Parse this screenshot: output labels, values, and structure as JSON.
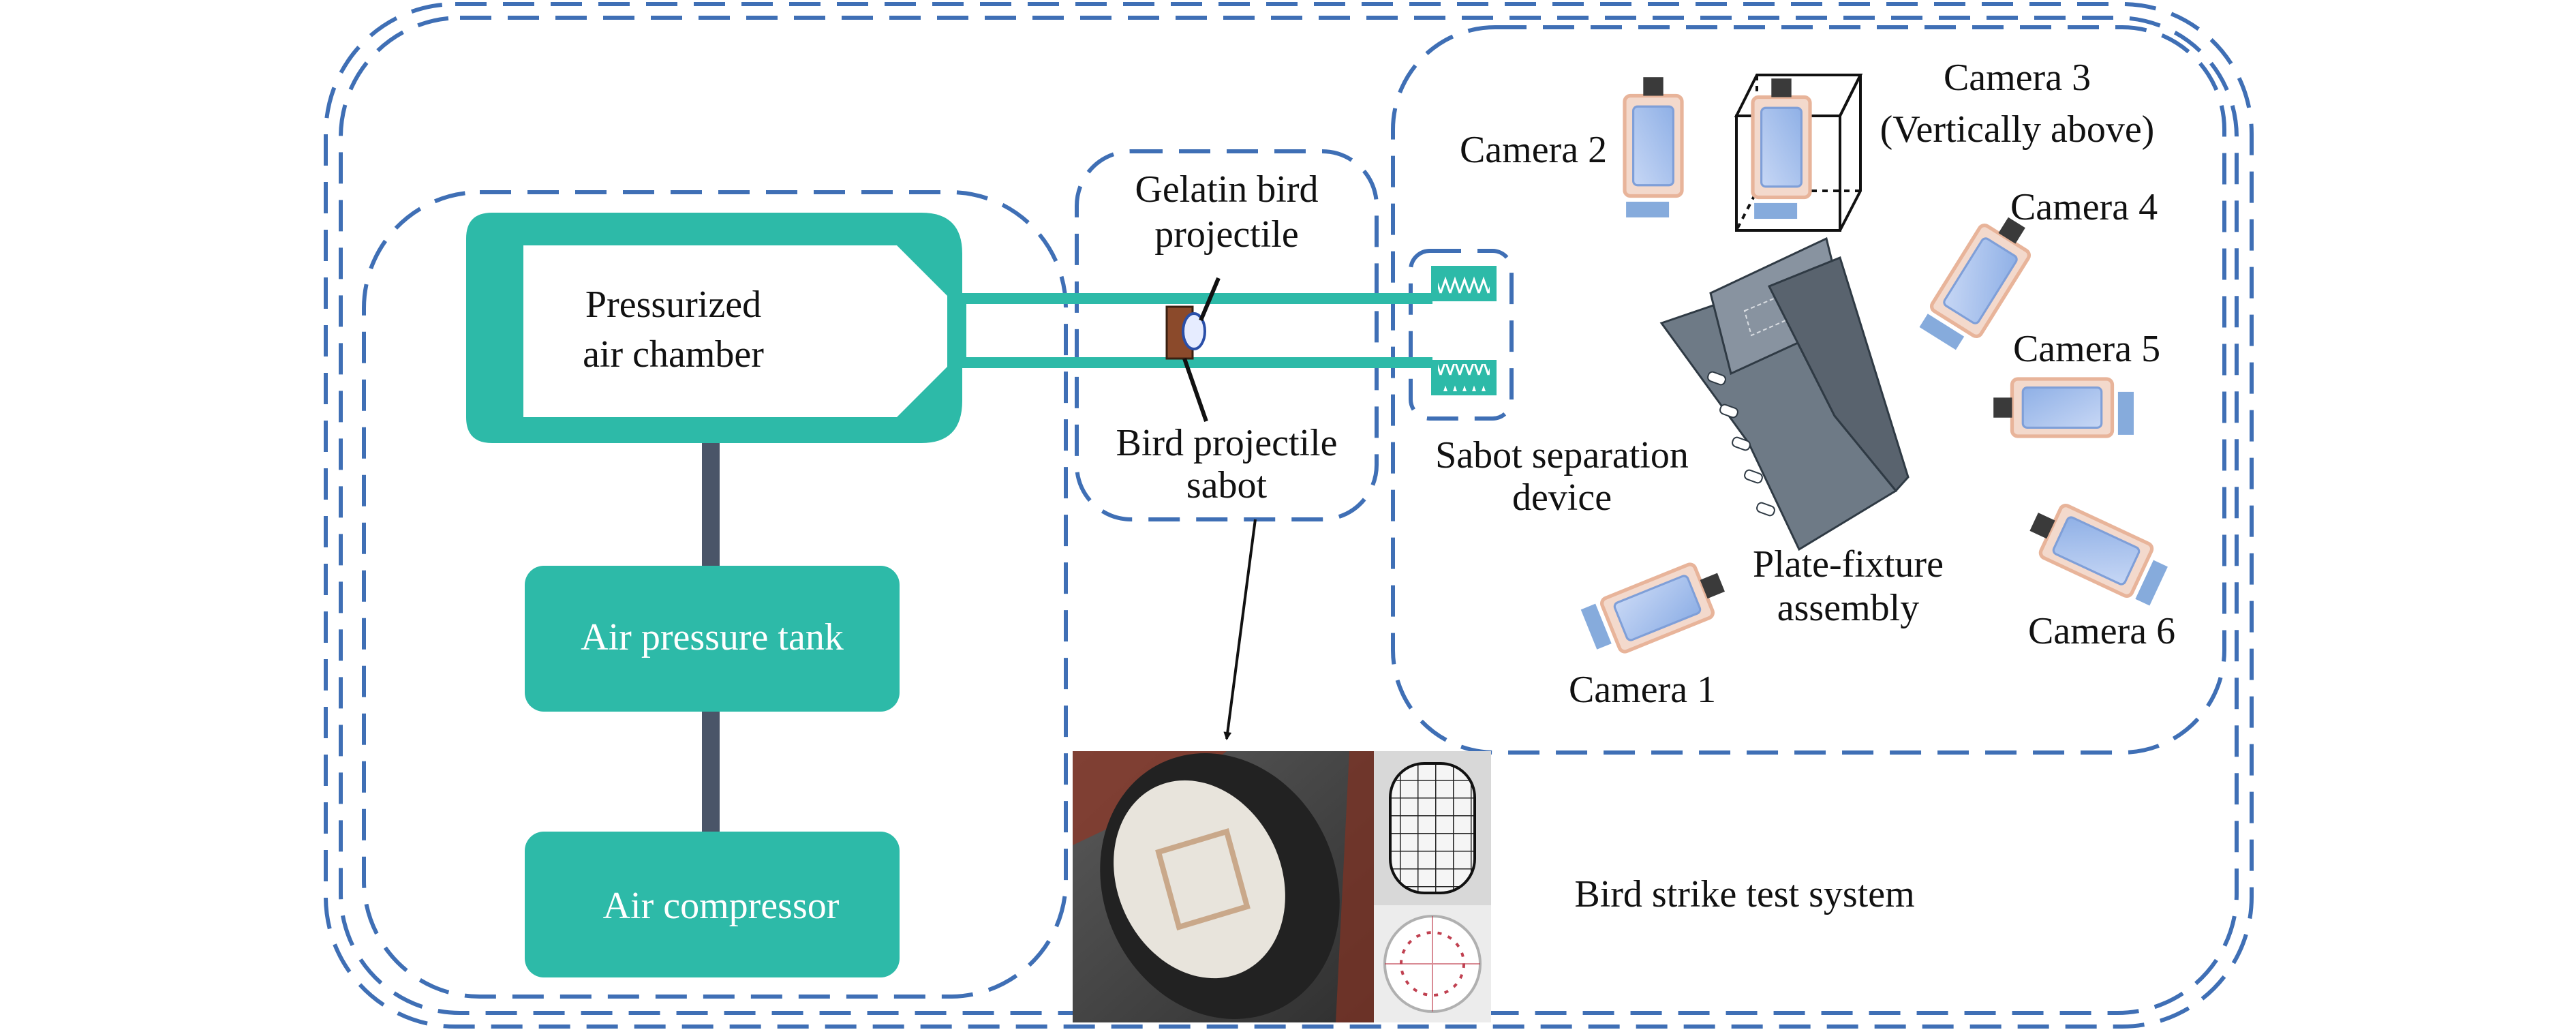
{
  "colors": {
    "dashed_border": "#3f6fb5",
    "teal": "#2dbaa8",
    "connector": "#4a5568",
    "sabot_brown": "#8b4a2b",
    "fixture_gray": "#6e7a86"
  },
  "labels": {
    "air_chamber": [
      "Pressurized",
      "air chamber"
    ],
    "air_tank": "Air pressure tank",
    "compressor": "Air compressor",
    "gelatin": [
      "Gelatin bird",
      "projectile"
    ],
    "sabot": [
      "Bird projectile",
      "sabot"
    ],
    "separation": [
      "Sabot separation",
      "device"
    ],
    "plate": [
      "Plate-fixture",
      "assembly"
    ],
    "camera1": "Camera 1",
    "camera2": "Camera 2",
    "camera3": [
      "Camera 3",
      "(Vertically above)"
    ],
    "camera4": "Camera 4",
    "camera5": "Camera 5",
    "camera6": "Camera 6",
    "system": "Bird strike test system"
  },
  "icons": {
    "camera": "camera-icon",
    "photo": "sabot-photo",
    "spring": "spring-icon"
  }
}
